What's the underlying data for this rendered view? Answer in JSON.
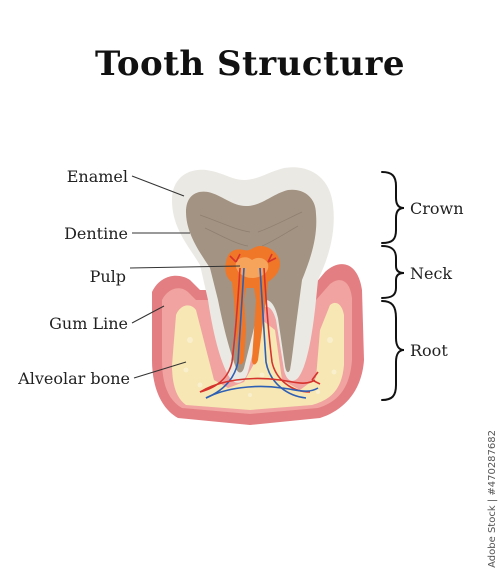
{
  "title": "Tooth Structure",
  "left_labels": {
    "enamel": "Enamel",
    "dentine": "Dentine",
    "pulp": "Pulp",
    "gum_line": "Gum Line",
    "alveolar_bone": "Alveolar bone"
  },
  "right_labels": {
    "crown": "Crown",
    "neck": "Neck",
    "root": "Root"
  },
  "stock_id": "Adobe Stock | #470287682",
  "colors": {
    "enamel": "#ebe9e4",
    "dentine": "#a39383",
    "pulp": "#f07628",
    "gum": "#e37e82",
    "bone": "#f6e7b4",
    "artery": "#d6332d",
    "vein": "#2d5fb5"
  }
}
